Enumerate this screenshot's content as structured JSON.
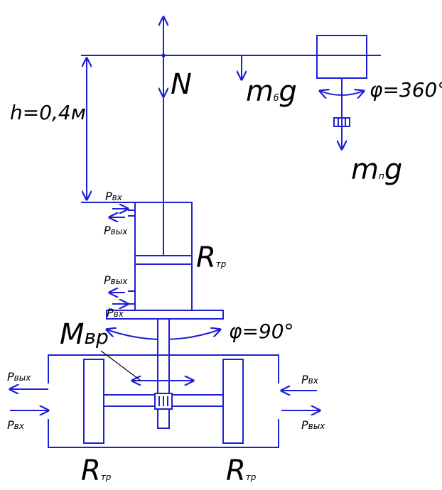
{
  "colors": {
    "line": "#1f1fd6",
    "text": "#000000",
    "leader": "#000000"
  },
  "labels": {
    "N": "N",
    "height": "h=0,4м",
    "mb_main": "m",
    "mb_sub": "б",
    "mb_tail": "g",
    "mp_main": "m",
    "mp_sub": "п",
    "mp_tail": "g",
    "phi_top": "φ=360°",
    "phi_mid": "φ=90°",
    "M_main": "M",
    "M_sub": "вр",
    "R_main": "R",
    "R_sub": "тр",
    "P_main": "P",
    "P_in_sub": "вх",
    "P_out_sub": "вых"
  }
}
